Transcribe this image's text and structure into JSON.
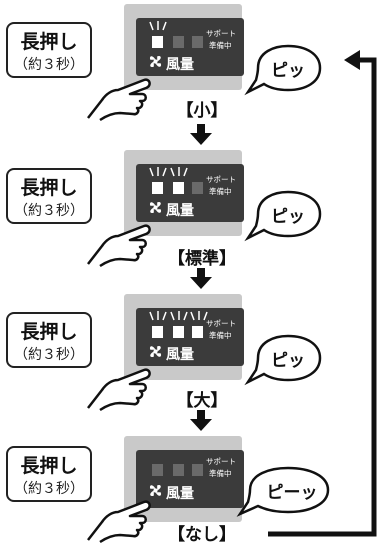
{
  "steps": [
    {
      "press_title": "長押し",
      "press_sub": "（約３秒）",
      "fan_label": "風量",
      "support_label": "サポート",
      "standby_label": "準備中",
      "sound": "ピッ",
      "mode_label": "【小】",
      "leds_on": 1
    },
    {
      "press_title": "長押し",
      "press_sub": "（約３秒）",
      "fan_label": "風量",
      "support_label": "サポート",
      "standby_label": "準備中",
      "sound": "ピッ",
      "mode_label": "【標準】",
      "leds_on": 2
    },
    {
      "press_title": "長押し",
      "press_sub": "（約３秒）",
      "fan_label": "風量",
      "support_label": "サポート",
      "standby_label": "準備中",
      "sound": "ピッ",
      "mode_label": "【大】",
      "leds_on": 3
    },
    {
      "press_title": "長押し",
      "press_sub": "（約３秒）",
      "fan_label": "風量",
      "support_label": "サポート",
      "standby_label": "準備中",
      "sound": "ピーッ",
      "mode_label": "【なし】",
      "leds_on": 0
    }
  ],
  "colors": {
    "panel_outer": "#c9c9c9",
    "panel_inner": "#3b3b3b",
    "led_on": "#ffffff",
    "led_off": "#6a6a6a",
    "outline": "#111111"
  },
  "icons": [
    "fan-icon",
    "hand-pointer-icon",
    "down-arrow-icon",
    "loop-back-arrow-icon"
  ]
}
